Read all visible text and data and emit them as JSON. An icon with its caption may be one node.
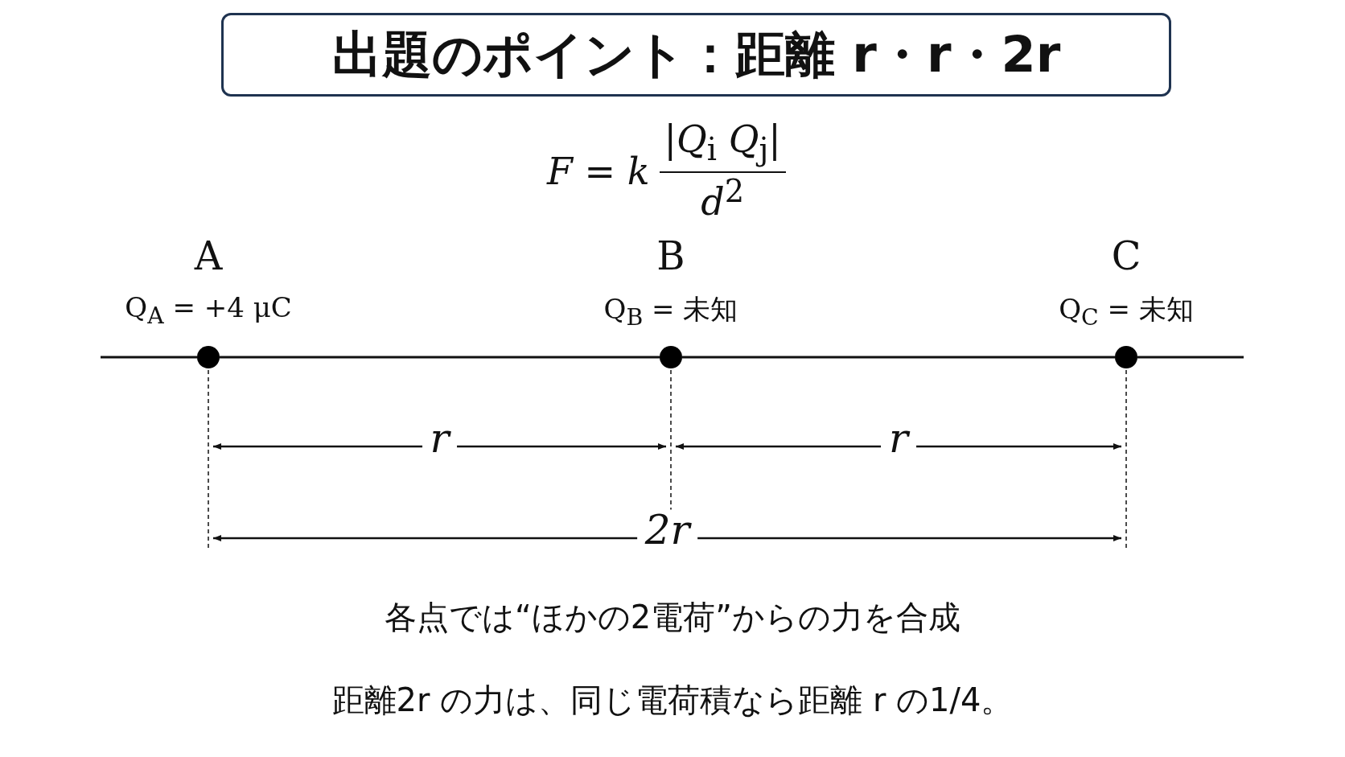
{
  "diagram": {
    "title": "出題のポイント：距離 r・r・2r",
    "nodes": [
      {
        "text": [],
        "shape": "circle",
        "beside": [
          "A",
          "Q$_{A}$ = +4 μC"
        ]
      },
      {
        "text": [],
        "shape": "circle",
        "beside": [
          "B",
          "Q$_{B}$ = 未知"
        ]
      },
      {
        "text": [],
        "shape": "circle",
        "beside": [
          "C",
          "Q$_{C}$ = 未知"
        ]
      }
    ],
    "edges": [
      {
        "from": 0,
        "to": 1,
        "arrow": "none"
      },
      {
        "from": 1,
        "to": 2,
        "arrow": "none"
      }
    ],
    "labels": [
      "*F* = *k*",
      "|*Q*$_{i}$ *Q*$_{j}$|",
      "*d*$^{2}$",
      "r",
      "r",
      "2r",
      "各点では“ほかの2電荷”からの力を合成",
      "距離2r の力は、同じ電荷積なら距離 r の1/4。"
    ]
  }
}
